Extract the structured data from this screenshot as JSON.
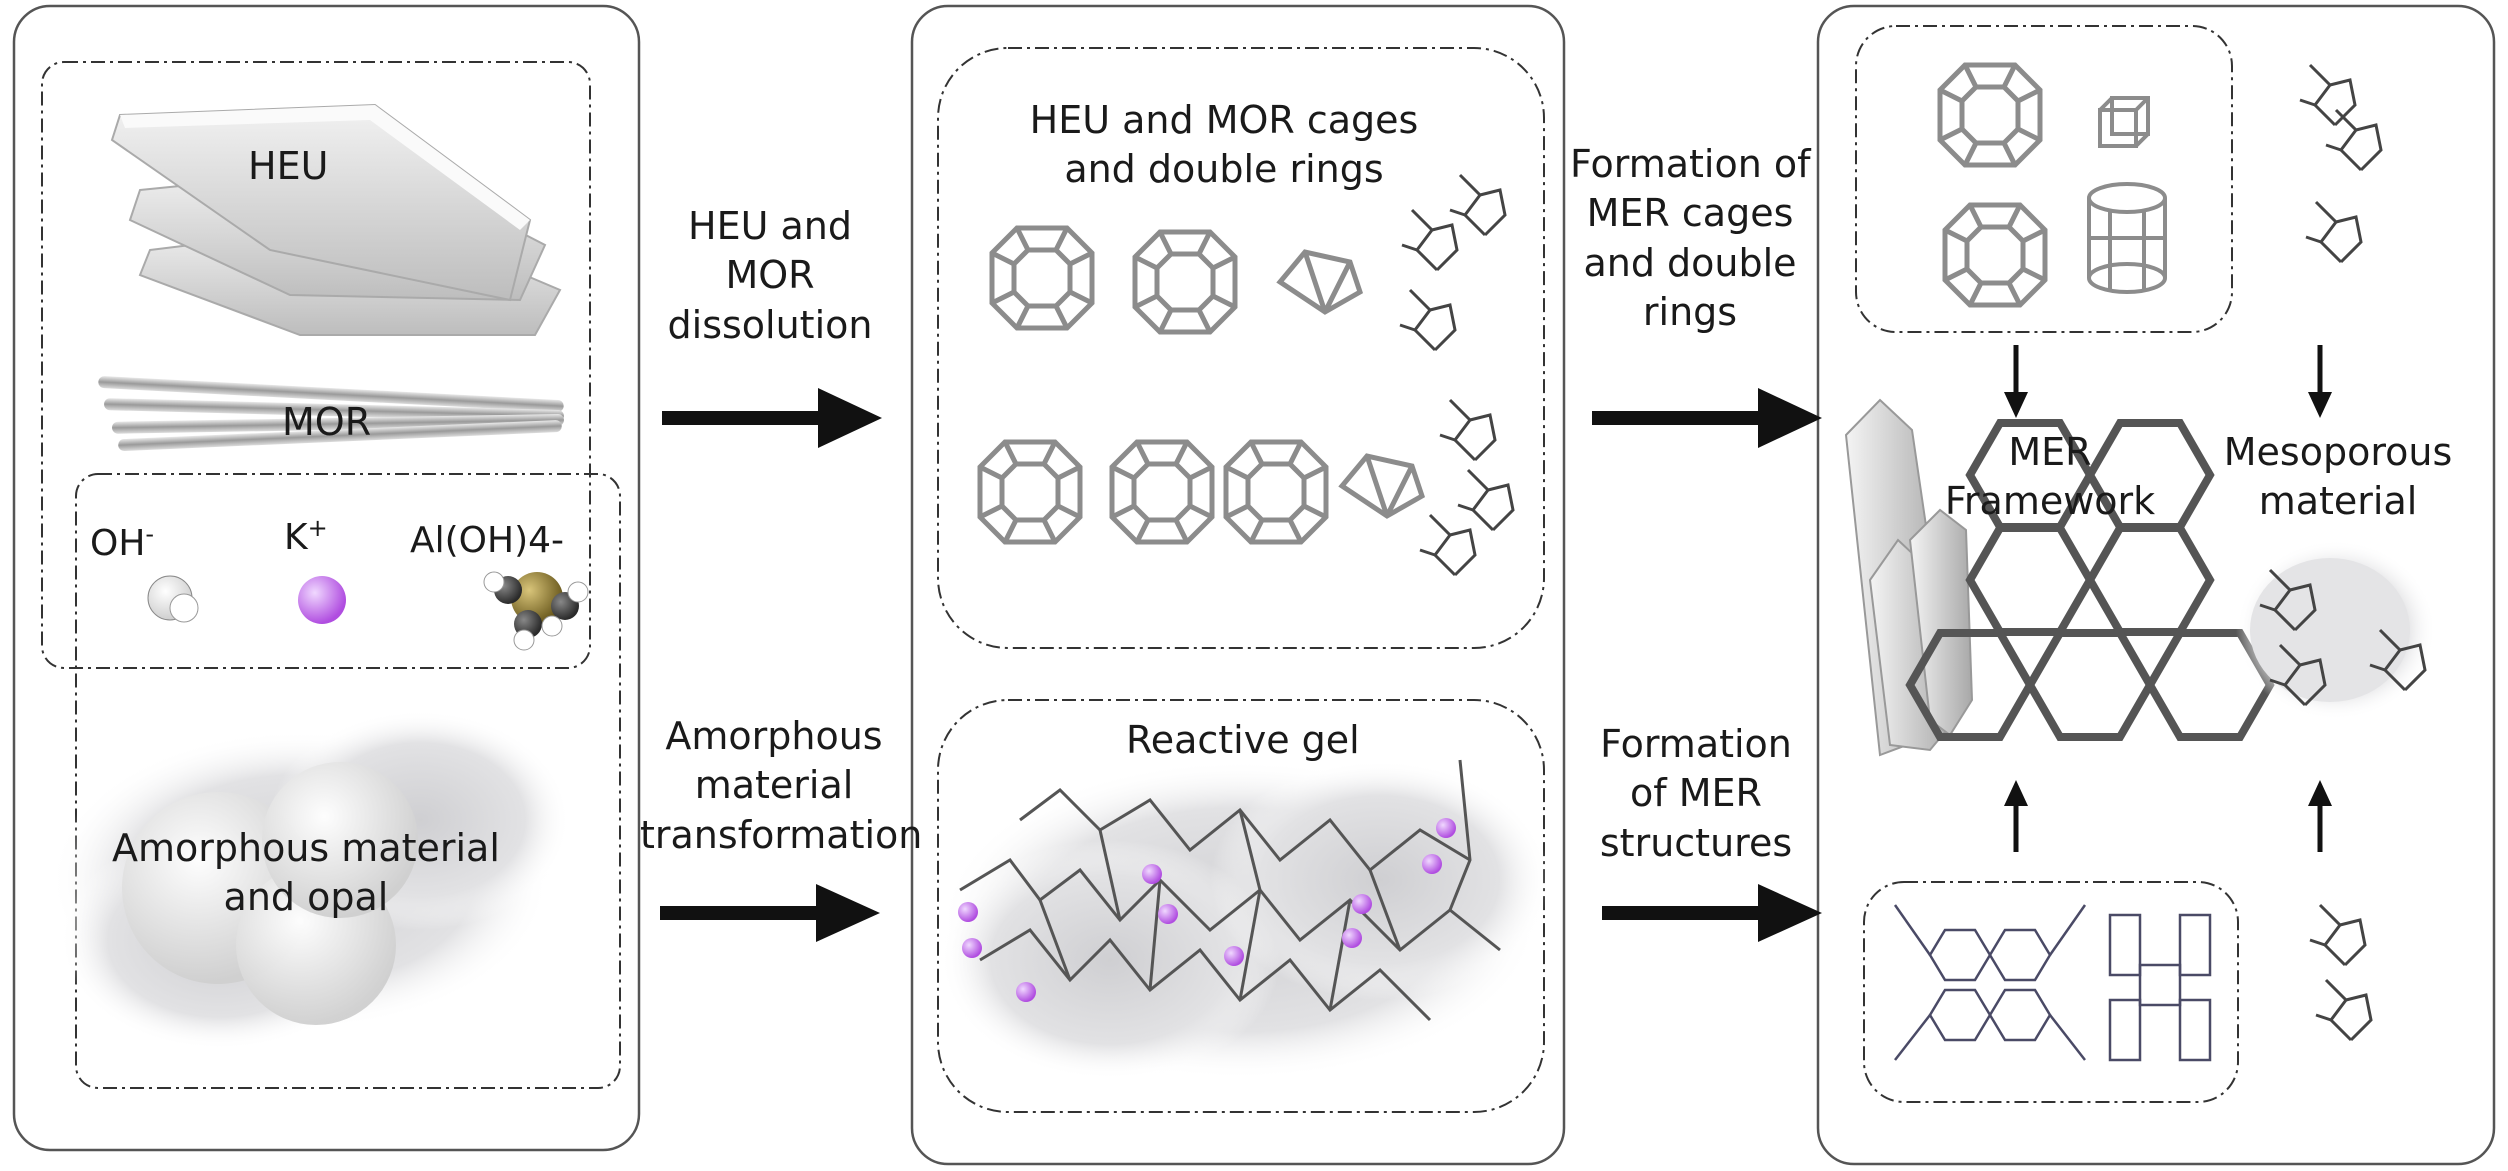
{
  "panel1": {
    "crystals": {
      "heu": "HEU",
      "mor": "MOR"
    },
    "ions": {
      "oh": "OH",
      "oh_charge": "-",
      "k": "K",
      "k_charge": "+",
      "aluminate": "Al(OH)4-"
    },
    "amorphous": {
      "line1": "Amorphous material",
      "line2": "and opal"
    }
  },
  "arrows": {
    "a1": {
      "line1": "HEU and",
      "line2": "MOR",
      "line3": "dissolution"
    },
    "a2": {
      "line1": "Amorphous",
      "line2": "material",
      "line3": "transformation"
    },
    "a3": {
      "line1": "Formation of",
      "line2": "MER cages",
      "line3": "and double",
      "line4": "rings"
    },
    "a4": {
      "line1": "Formation",
      "line2": "of MER",
      "line3": "structures"
    }
  },
  "panel2": {
    "cages": {
      "line1": "HEU and MOR cages",
      "line2": "and double rings"
    },
    "gel": "Reactive gel"
  },
  "panel3": {
    "framework": {
      "line1": "MER",
      "line2": "Framework"
    },
    "meso": {
      "line1": "Mesoporous",
      "line2": "material"
    }
  },
  "colors": {
    "potassium": "#a84fd6",
    "arrow": "#111111",
    "cage": "#8c8c8c"
  }
}
